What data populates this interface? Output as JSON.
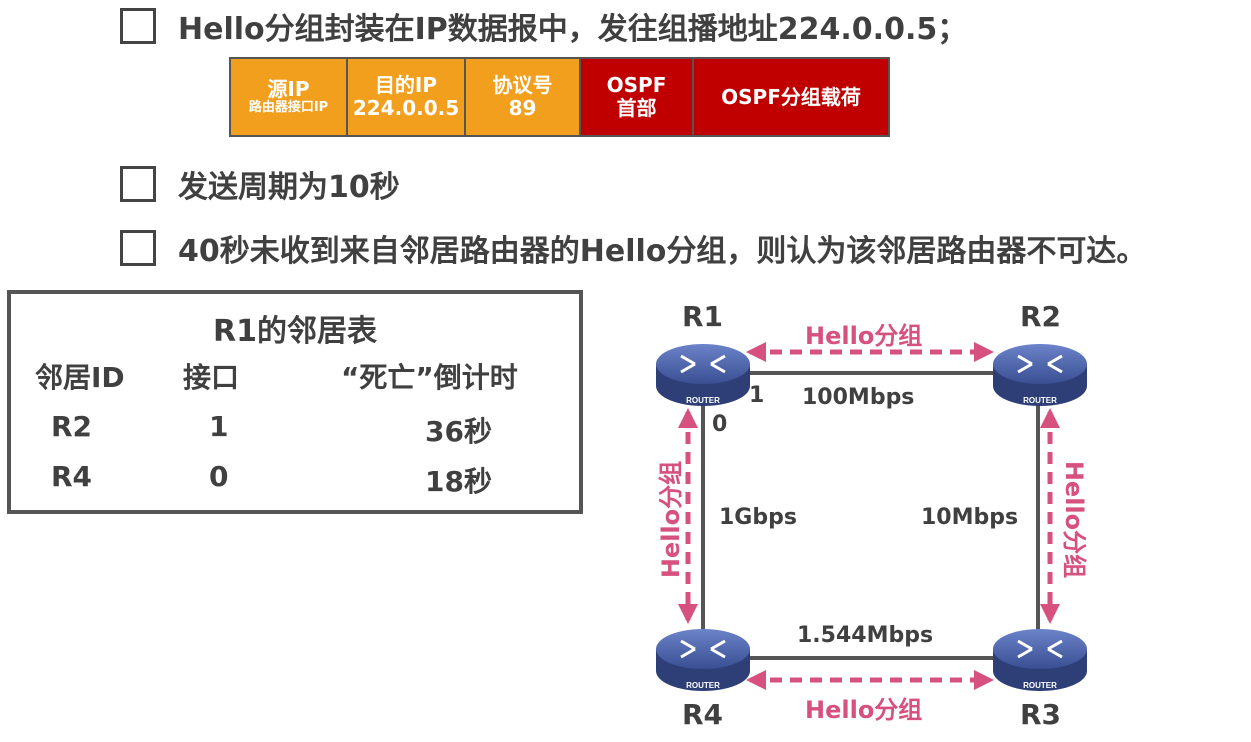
{
  "bullets": [
    {
      "text": "Hello分组封装在IP数据报中，发往组播地址224.0.0.5；"
    },
    {
      "text": "发送周期为10秒"
    },
    {
      "text": "40秒未收到来自邻居路由器的Hello分组，则认为该邻居路由器不可达。"
    }
  ],
  "packet": {
    "src_title": "源IP",
    "src_sub": "路由器接口IP",
    "dst_title": "目的IP",
    "dst_sub": "224.0.0.5",
    "proto_title": "协议号",
    "proto_sub": "89",
    "ospf_header_l1": "OSPF",
    "ospf_header_l2": "首部",
    "ospf_payload": "OSPF分组载荷",
    "colors": {
      "ip": "#f29f1e",
      "ospf": "#c00000"
    }
  },
  "neighbor_table": {
    "title": "R1的邻居表",
    "headers": [
      "邻居ID",
      "接口",
      "“死亡”倒计时"
    ],
    "rows": [
      [
        "R2",
        "1",
        "36秒"
      ],
      [
        "R4",
        "0",
        "18秒"
      ]
    ]
  },
  "topology": {
    "routers": [
      "R1",
      "R2",
      "R3",
      "R4"
    ],
    "router_badge": "ROUTER",
    "hello_label": "Hello分组",
    "links": {
      "r1_r2": "100Mbps",
      "r1_r4": "1Gbps",
      "r2_r3": "10Mbps",
      "r4_r3": "1.544Mbps"
    },
    "r1_ports": {
      "to_r2": "1",
      "to_r4": "0"
    },
    "colors": {
      "router": "#4d64a8",
      "arrow": "#d6517d",
      "link": "#555555"
    }
  }
}
